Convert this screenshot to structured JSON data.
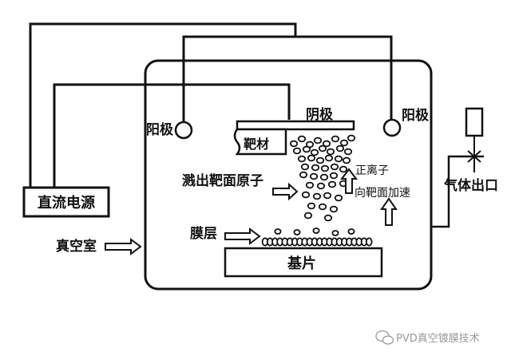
{
  "diagram": {
    "title": "PVD sputtering schematic",
    "labels": {
      "dc_power": "直流电源",
      "vacuum_chamber": "真空室",
      "anode_left": "阳极",
      "anode_right": "阳极",
      "cathode": "阴极",
      "target": "靶材",
      "sputtered_atoms": "溅出靶面原子",
      "positive_ion": "正离子",
      "accelerate_to_target": "向靶面加速",
      "film_layer": "膜层",
      "substrate": "基片",
      "gas_outlet": "气体出口"
    },
    "watermark": {
      "text": "PVD真空镀膜技术",
      "icon": "wechat-icon"
    }
  }
}
